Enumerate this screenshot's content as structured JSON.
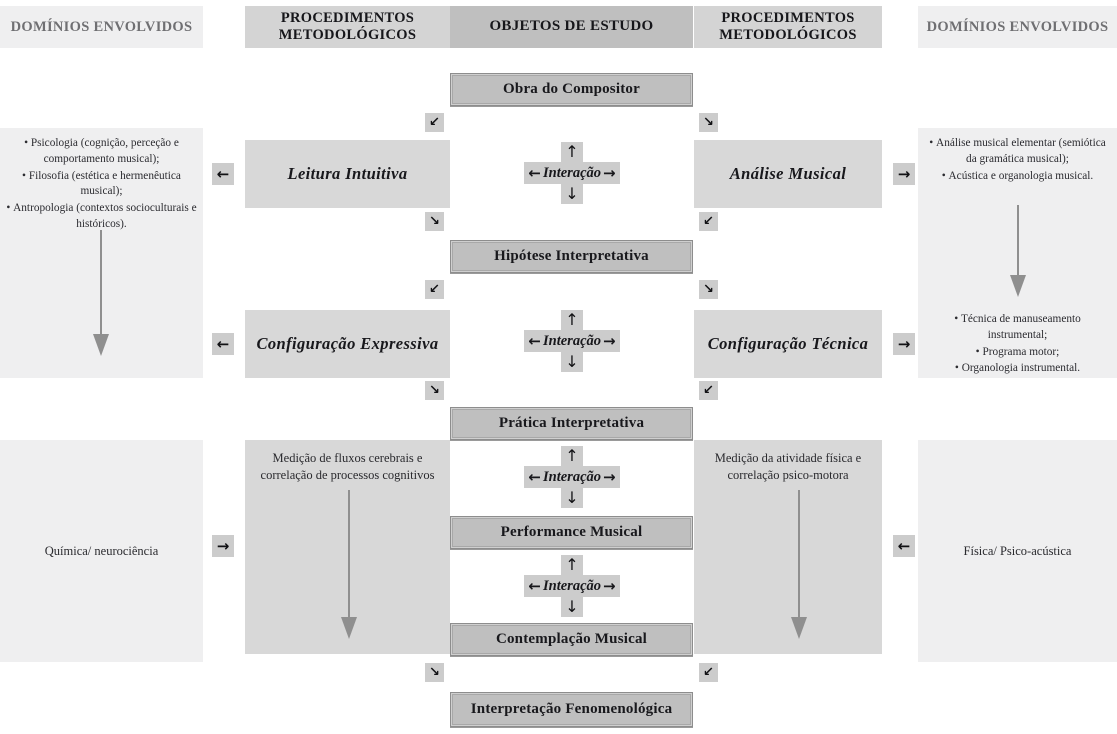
{
  "headers": {
    "domains_left": "DOMÍNIOS ENVOLVIDOS",
    "methods_left": "PROCEDIMENTOS METODOLÓGICOS",
    "objects": "OBJETOS DE ESTUDO",
    "methods_right": "PROCEDIMENTOS METODOLÓGICOS",
    "domains_right": "DOMÍNIOS ENVOLVIDOS"
  },
  "objects": {
    "b1": "Obra do Compositor",
    "b2": "Hipótese Interpretativa",
    "b3": "Prática Interpretativa",
    "b4": "Performance Musical",
    "b5": "Contemplação Musical",
    "b6": "Interpretação Fenomenológica"
  },
  "interaction": {
    "label": "Interação",
    "up": "↑",
    "down": "↓",
    "left": "←",
    "right": "→"
  },
  "methods_left_col": {
    "m1": "Leitura Intuitiva",
    "m2": "Configuração Expressiva",
    "note": "Medição de fluxos cerebrais e correlação de processos cognitivos"
  },
  "methods_right_col": {
    "m1": "Análise Musical",
    "m2": "Configuração Técnica",
    "note": "Medição da atividade física e correlação psico-motora"
  },
  "domains_left_col": {
    "group1": [
      "Psicologia (cognição, perceção e comportamento musical);",
      "Filosofia (estética e hermenêutica musical);",
      "Antropologia (contextos socioculturais e históricos)."
    ],
    "group2": "Química/ neurociência"
  },
  "domains_right_col": {
    "group1": [
      "Análise musical elementar (semiótica da gramática musical);",
      "Acústica e organologia musical."
    ],
    "group2": [
      "Técnica de manuseamento instrumental;",
      "Programa motor;",
      "Organologia instrumental."
    ],
    "group3": "Física/ Psico-acústica"
  },
  "arrows": {
    "left_in": "←",
    "right_out": "→",
    "right_in": "←",
    "left_out": "→",
    "dl": "↙",
    "dr": "↘"
  },
  "colors": {
    "object_box": "#bfbfbf",
    "method_panel": "#d8d8d8",
    "domain_panel": "#efeff0",
    "chip": "#cccccc",
    "arrow_gray": "#8f8f8f",
    "text": "#18181c",
    "header_domain_text": "#6f6f72"
  }
}
